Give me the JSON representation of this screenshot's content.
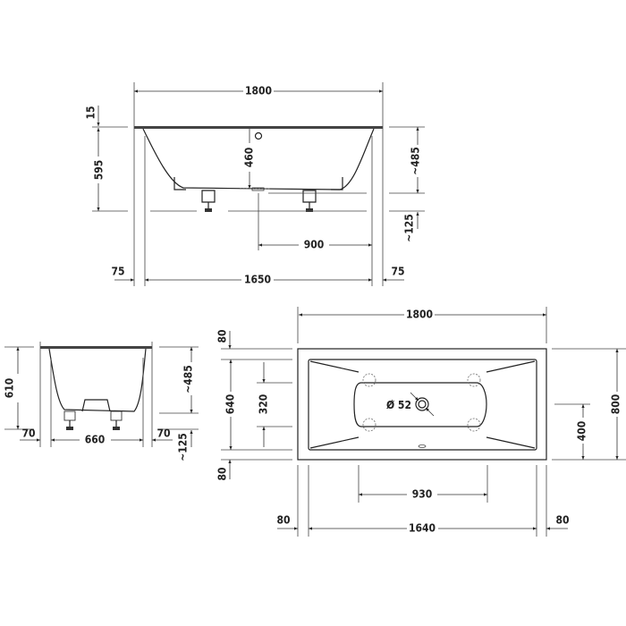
{
  "front_view": {
    "overall_length": "1800",
    "rim_thickness": "15",
    "total_height": "595",
    "inner_depth": "460",
    "tub_height": "~485",
    "foot_height": "~125",
    "drain_offset": "900",
    "left_offset": "75",
    "base_length": "1650",
    "right_offset": "75"
  },
  "side_view": {
    "total_height": "610",
    "tub_height": "~485",
    "foot_height": "~125",
    "left_offset": "70",
    "base_width": "660",
    "right_offset": "70"
  },
  "plan_view": {
    "overall_length": "1800",
    "top_offset": "80",
    "inner_width": "640",
    "foot_spacing_width": "320",
    "bottom_offset": "80",
    "overall_width": "800",
    "drain_position": "400",
    "foot_spacing_length": "930",
    "left_offset": "80",
    "inner_length": "1640",
    "right_offset": "80",
    "drain_diameter": "Ø 52"
  }
}
